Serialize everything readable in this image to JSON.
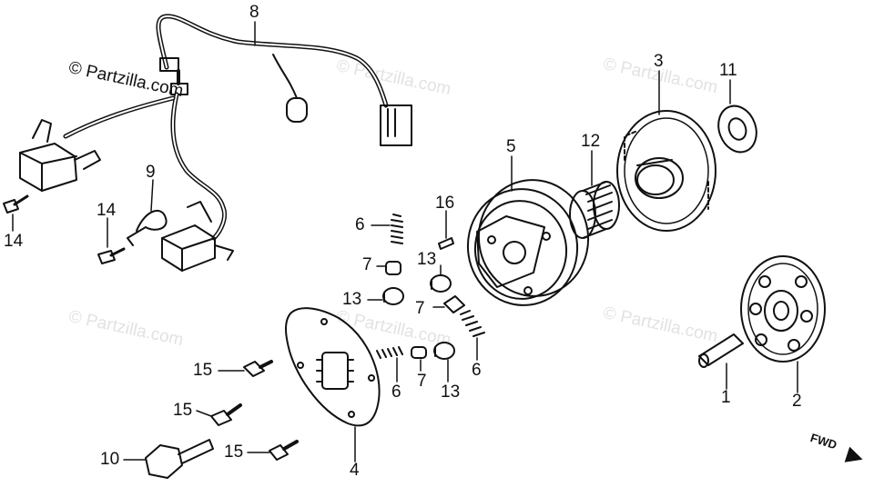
{
  "copyright": "© Partzilla.com",
  "watermark": "© Partzilla.com",
  "fwd_label": "FWD",
  "callouts": [
    {
      "id": "c8",
      "text": "8"
    },
    {
      "id": "c9",
      "text": "9"
    },
    {
      "id": "c14a",
      "text": "14"
    },
    {
      "id": "c14b",
      "text": "14"
    },
    {
      "id": "c5",
      "text": "5"
    },
    {
      "id": "c12",
      "text": "12"
    },
    {
      "id": "c3",
      "text": "3"
    },
    {
      "id": "c11",
      "text": "11"
    },
    {
      "id": "c16",
      "text": "16"
    },
    {
      "id": "c6a",
      "text": "6"
    },
    {
      "id": "c7a",
      "text": "7"
    },
    {
      "id": "c13a",
      "text": "13"
    },
    {
      "id": "c13b",
      "text": "13"
    },
    {
      "id": "c7b",
      "text": "7"
    },
    {
      "id": "c6b",
      "text": "6"
    },
    {
      "id": "c6c",
      "text": "6"
    },
    {
      "id": "c7c",
      "text": "7"
    },
    {
      "id": "c13c",
      "text": "13"
    },
    {
      "id": "c15a",
      "text": "15"
    },
    {
      "id": "c15b",
      "text": "15"
    },
    {
      "id": "c15c",
      "text": "15"
    },
    {
      "id": "c10",
      "text": "10"
    },
    {
      "id": "c4",
      "text": "4"
    },
    {
      "id": "c1",
      "text": "1"
    },
    {
      "id": "c2",
      "text": "2"
    }
  ]
}
